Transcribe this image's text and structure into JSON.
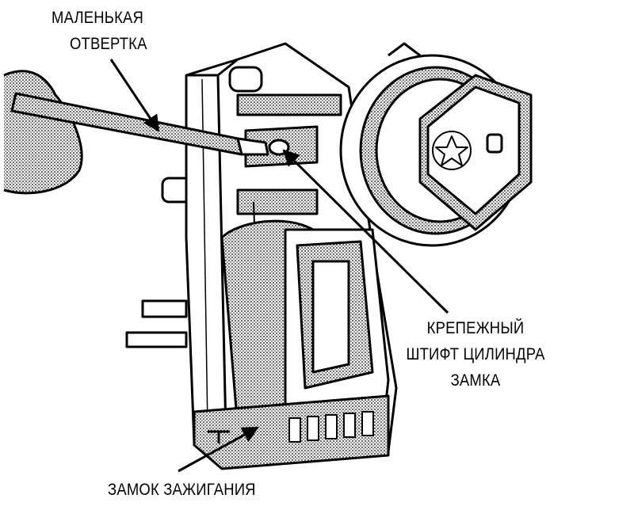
{
  "labels": {
    "screwdriver": [
      "МАЛЕНЬКАЯ",
      "ОТВЕРТКА"
    ],
    "pin": [
      "КРЕПЕЖНЫЙ",
      "ШТИФТ ЦИЛИНДРА",
      "ЗАМКА"
    ],
    "ignition_switch": "ЗАМОК ЗАЖИГАНИЯ"
  },
  "colors": {
    "ink": "#000000",
    "background": "#ffffff",
    "shade": "#9a9a9a"
  }
}
